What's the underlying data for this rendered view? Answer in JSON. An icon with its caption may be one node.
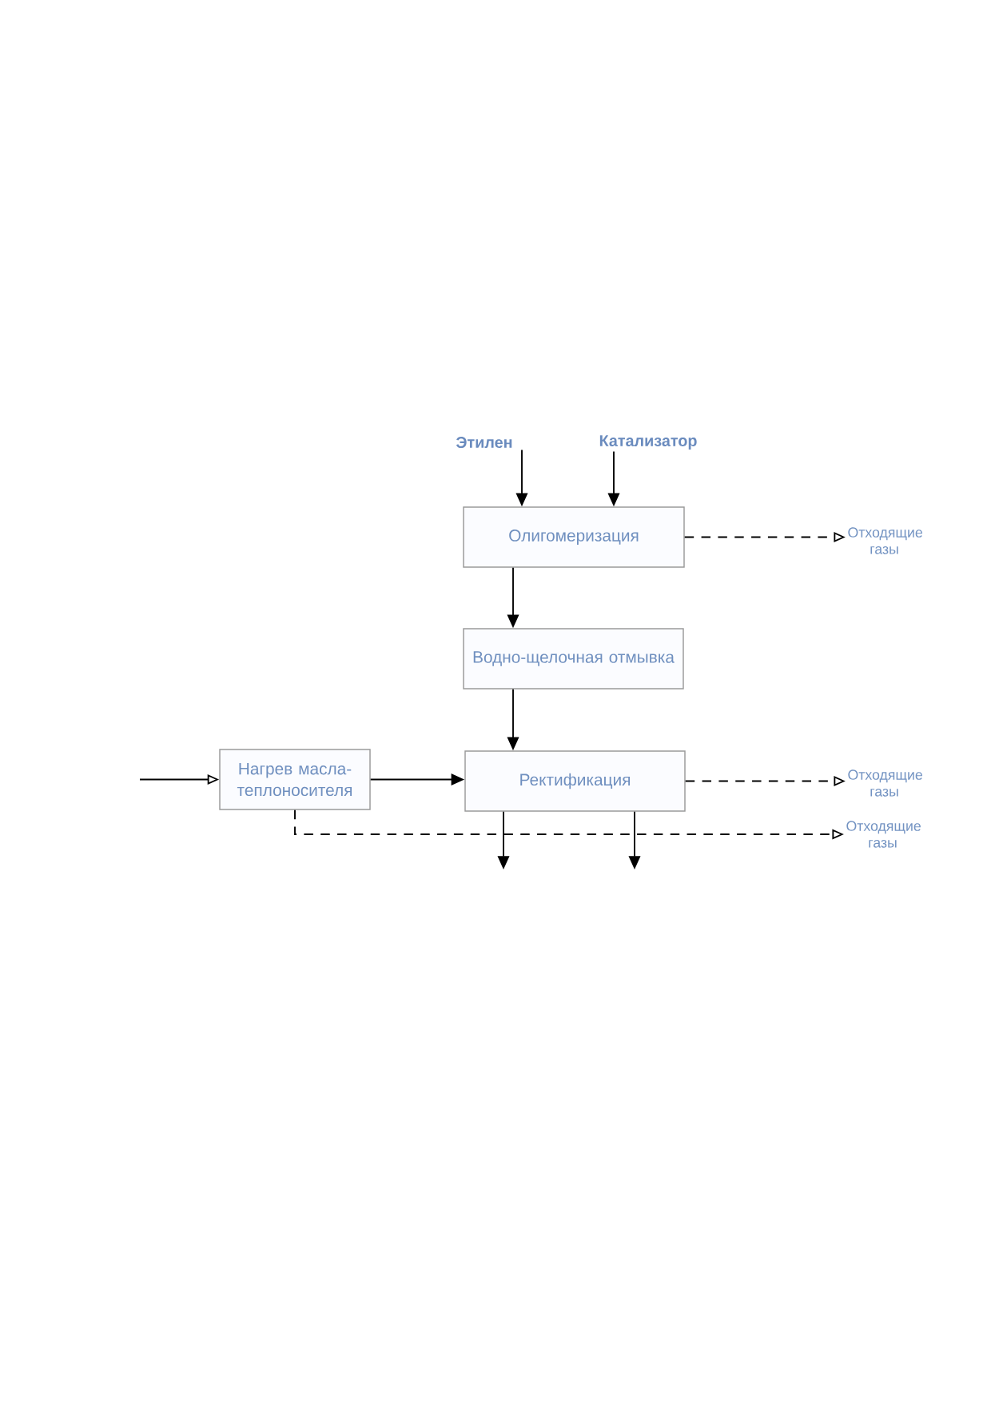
{
  "diagram": {
    "nodes": [
      {
        "text": [
          "Этилен"
        ]
      },
      {
        "text": [
          "Катализатор"
        ]
      },
      {
        "text": [
          "Олигомеризация"
        ]
      },
      {
        "text": [
          "Отходящие газы"
        ]
      },
      {
        "text": [
          "Водно-щелочная отмывка"
        ]
      },
      {
        "text": [
          "Нагрев масла- теплоносителя"
        ]
      },
      {
        "text": [
          "Ректификация"
        ]
      },
      {
        "text": [
          "Отходящие газы"
        ]
      },
      {
        "text": [
          "Отходящие газы"
        ]
      }
    ],
    "edges": [
      {
        "from": 0,
        "to": 2,
        "arrow": "to"
      },
      {
        "from": 1,
        "to": 2,
        "arrow": "to"
      },
      {
        "from": 2,
        "to": 3,
        "arrow": "to",
        "style": "dashed"
      },
      {
        "from": 2,
        "to": 4,
        "arrow": "to"
      },
      {
        "from": 4,
        "to": 6,
        "arrow": "to"
      },
      {
        "from": null,
        "to": 5,
        "arrow": "to"
      },
      {
        "from": 5,
        "to": 6,
        "arrow": "to"
      },
      {
        "from": 6,
        "to": 7,
        "arrow": "to",
        "style": "dashed"
      },
      {
        "from": 5,
        "to": 8,
        "arrow": "to",
        "style": "dashed"
      },
      {
        "from": 6,
        "to": null,
        "arrow": "to"
      },
      {
        "from": 6,
        "to": null,
        "arrow": "to"
      }
    ]
  }
}
